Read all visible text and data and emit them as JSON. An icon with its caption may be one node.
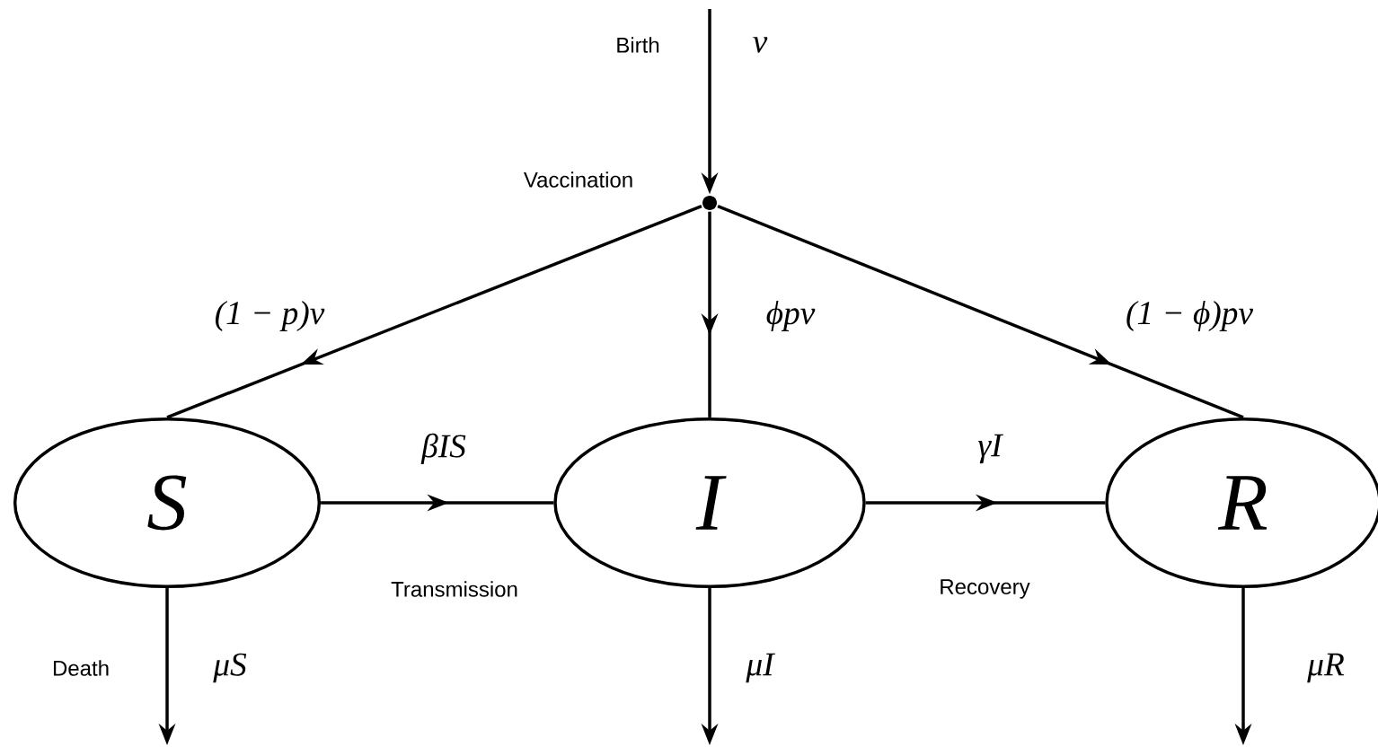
{
  "diagram": {
    "nodes": [
      {
        "text": [
          "S"
        ]
      },
      {
        "text": [
          "I"
        ]
      },
      {
        "text": [
          "R"
        ]
      },
      {
        "text": [],
        "shape": "circle",
        "beside": [
          "Vaccination"
        ]
      }
    ],
    "edges": [
      {
        "from": null,
        "to": 3,
        "arrow": "to",
        "label": "ν"
      },
      {
        "from": 3,
        "to": 0,
        "arrow": "to",
        "label": "(1 − p)ν"
      },
      {
        "from": 3,
        "to": 1,
        "arrow": "to",
        "label": "ϕpν"
      },
      {
        "from": 3,
        "to": 2,
        "arrow": "to",
        "label": "(1 − ϕ)pν"
      },
      {
        "from": 0,
        "to": 1,
        "arrow": "to",
        "label": "βIS"
      },
      {
        "from": 1,
        "to": 2,
        "arrow": "to",
        "label": "γI"
      },
      {
        "from": 0,
        "to": null,
        "arrow": "to",
        "label": "μS"
      },
      {
        "from": 1,
        "to": null,
        "arrow": "to",
        "label": "μI"
      },
      {
        "from": 2,
        "to": null,
        "arrow": "to",
        "label": "μR"
      }
    ],
    "labels": [
      "Birth",
      "Transmission",
      "Recovery",
      "Death"
    ]
  }
}
